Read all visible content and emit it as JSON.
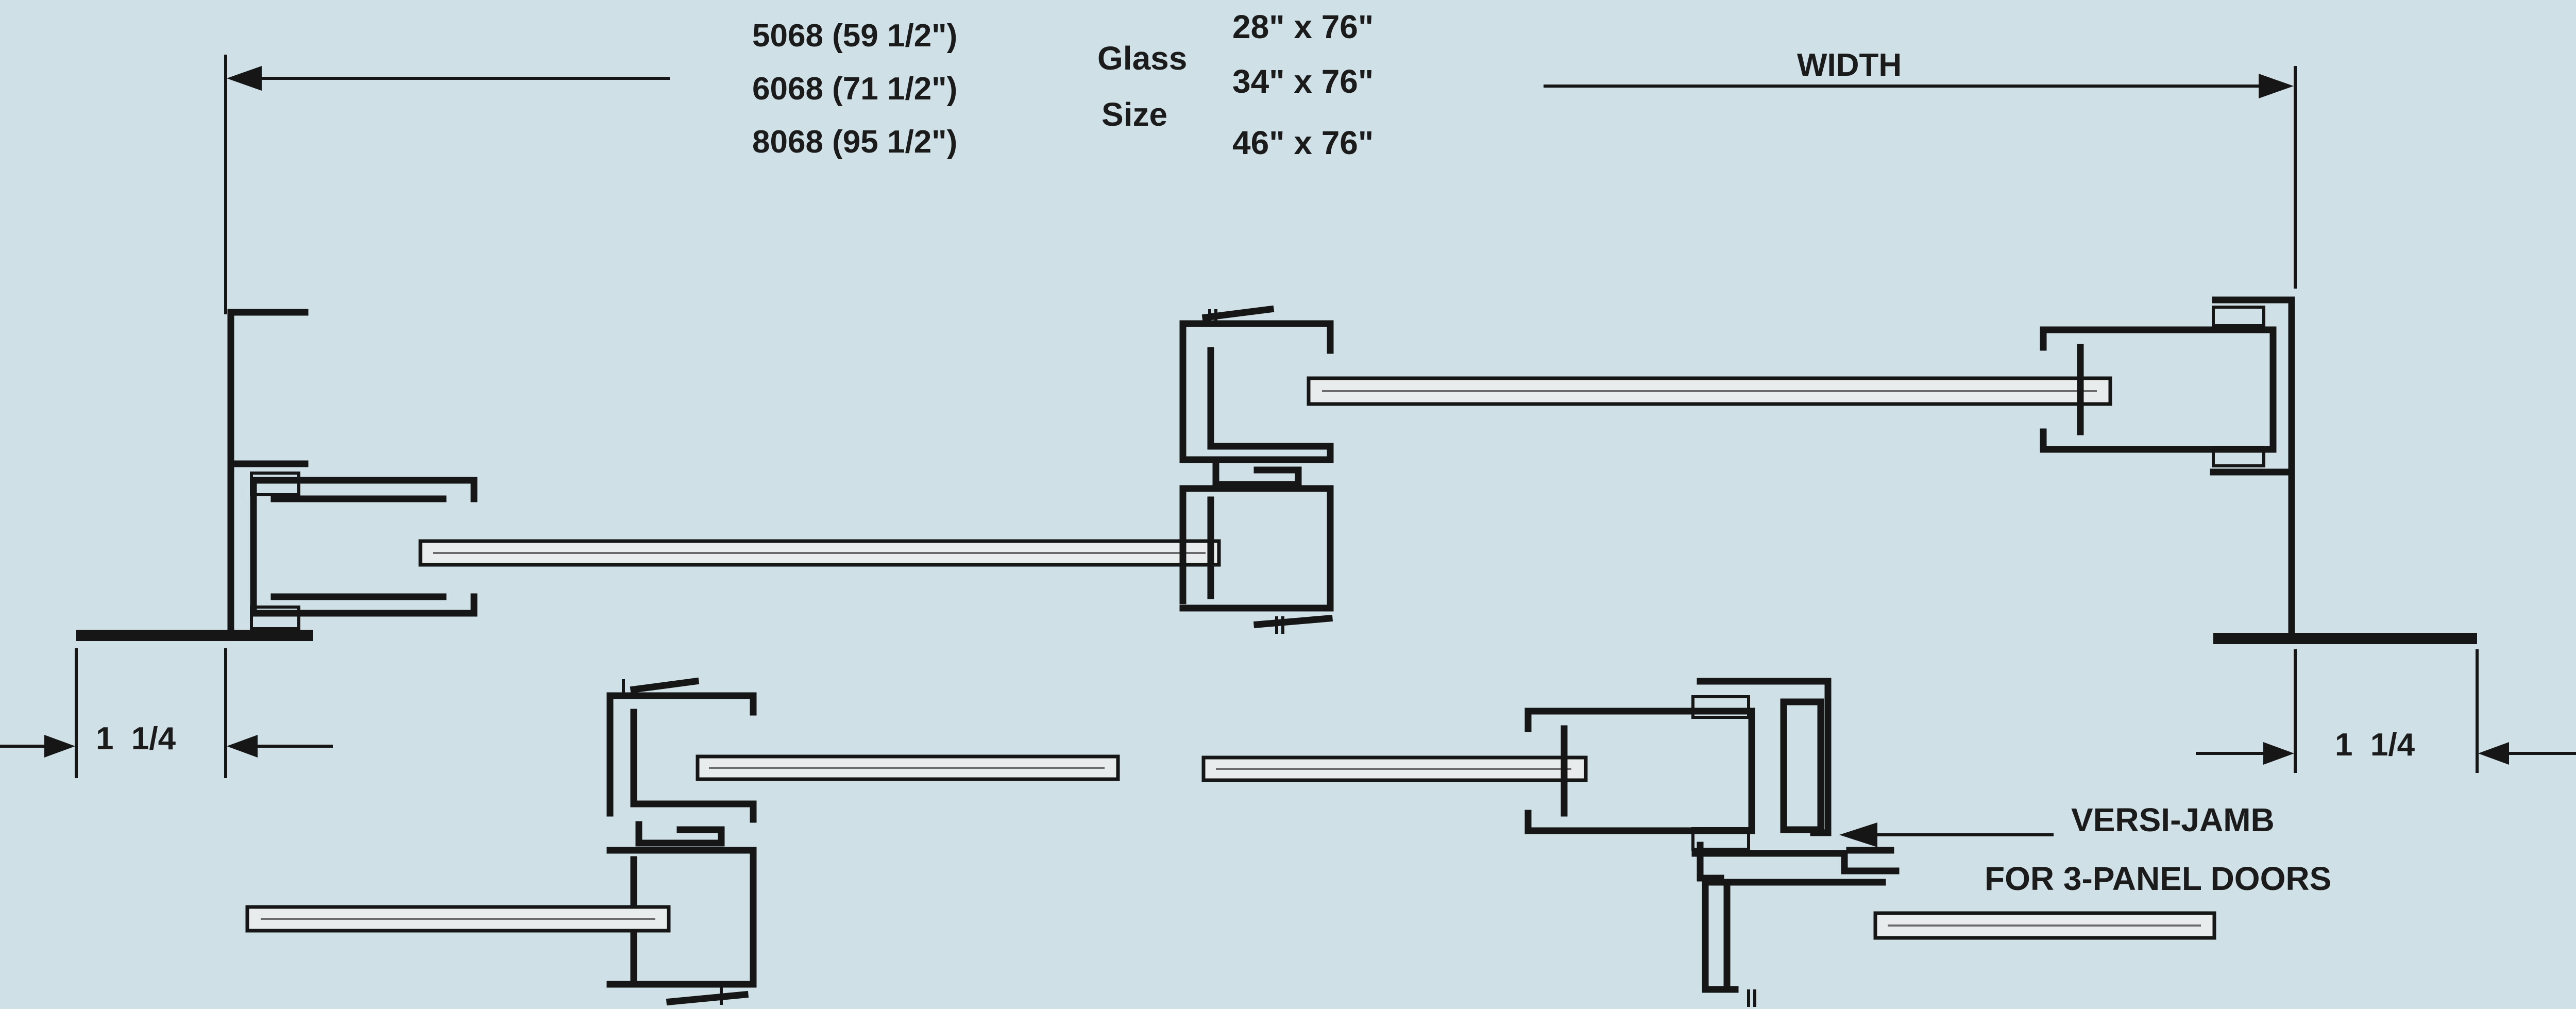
{
  "header": {
    "sizes": [
      "5068 (59 1/2\")",
      "6068 (71 1/2\")",
      "8068 (95 1/2\")"
    ],
    "glass_label_line1": "Glass",
    "glass_label_line2": "Size",
    "glass_sizes": [
      "28\" x 76\"",
      "34\" x 76\"",
      "46\" x 76\""
    ]
  },
  "dimensions": {
    "width_label": "WIDTH",
    "left_offset": "1  1/4",
    "right_offset": "1  1/4"
  },
  "callout": {
    "line1": "VERSI-JAMB",
    "line2": "FOR 3-PANEL DOORS"
  }
}
